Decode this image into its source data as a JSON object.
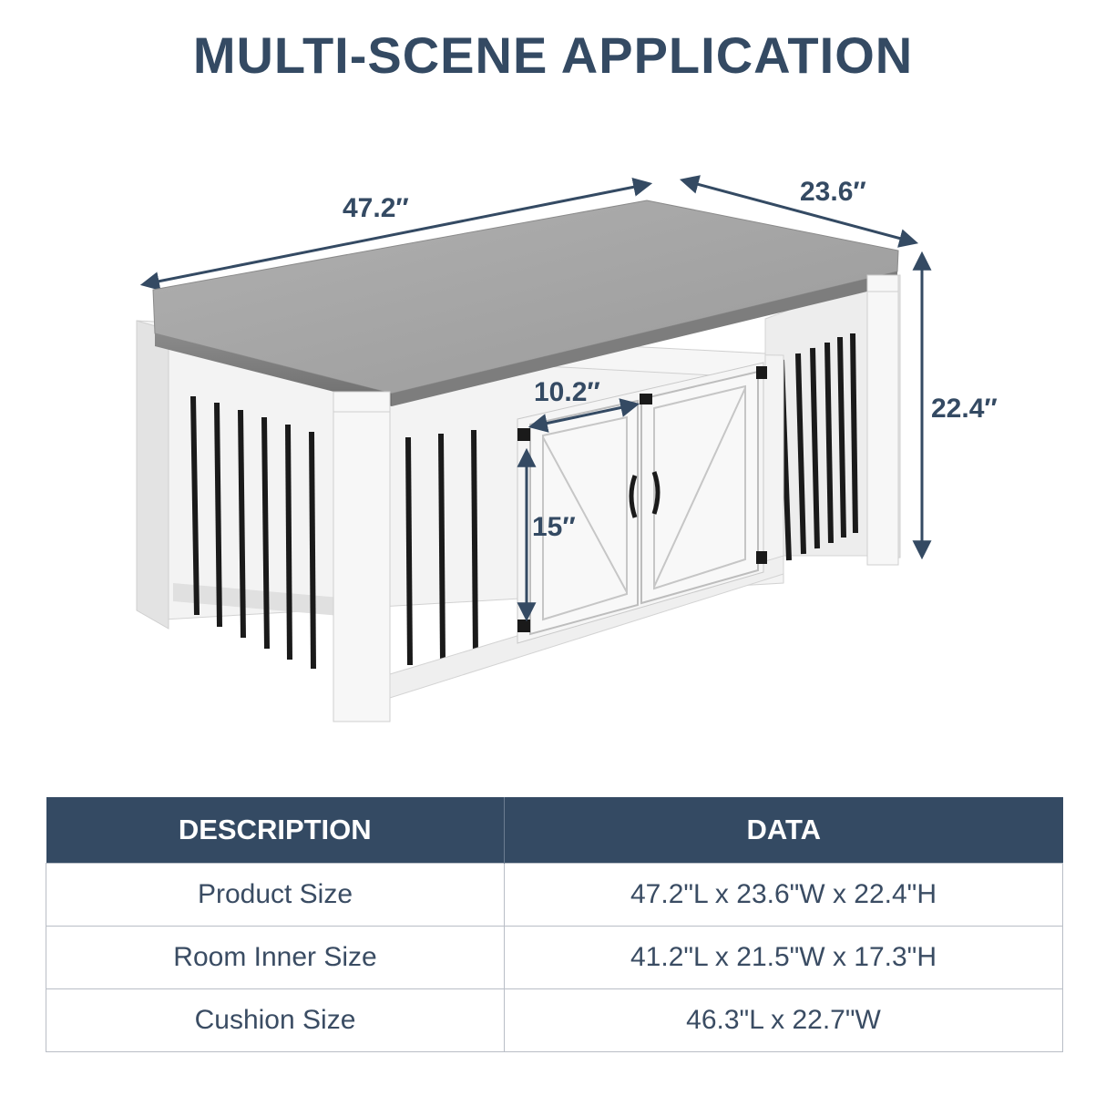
{
  "title": "MULTI-SCENE APPLICATION",
  "dimensions": {
    "length": "47.2″",
    "width": "23.6″",
    "height": "22.4″",
    "door_width": "10.2″",
    "door_height": "15″"
  },
  "colors": {
    "accent": "#344a63",
    "cushion": "#8e8e8e",
    "frame": "#f1f1f1",
    "bars": "#1a1a1a"
  },
  "table": {
    "headers": [
      "DESCRIPTION",
      "DATA"
    ],
    "rows": [
      [
        "Product Size",
        "47.2\"L x 23.6\"W x 22.4\"H"
      ],
      [
        "Room Inner Size",
        "41.2\"L x 21.5\"W x 17.3\"H"
      ],
      [
        "Cushion Size",
        "46.3\"L x 22.7\"W"
      ]
    ]
  }
}
